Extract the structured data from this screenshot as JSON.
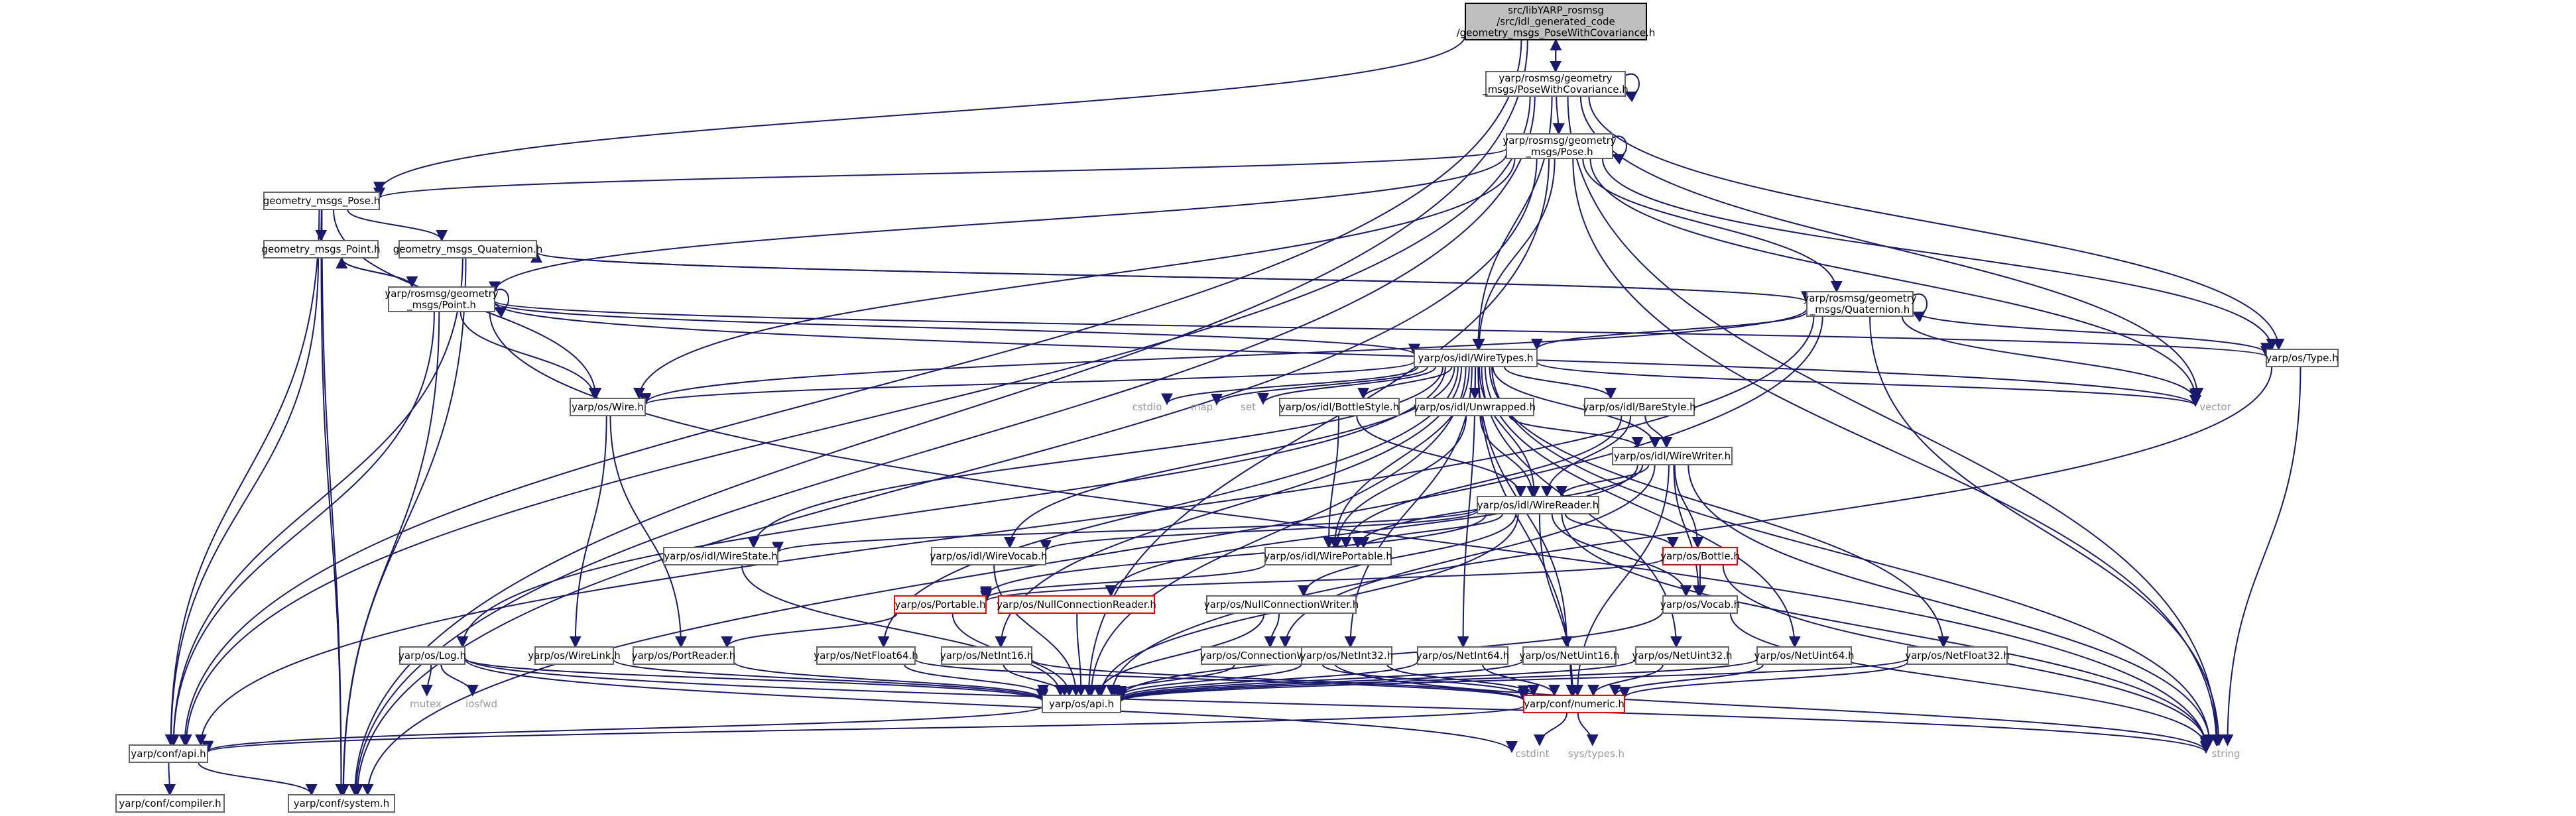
{
  "colors": {
    "edge": "#191970",
    "root_fill": "#bfbfbf",
    "node_border": "#666666",
    "red_border": "#ff0000",
    "system_text": "#9a9a9a"
  },
  "nodes": [
    {
      "id": "root",
      "lines": [
        "src/libYARP_rosmsg",
        "/src/idl_generated_code",
        "/geometry_msgs_PoseWithCovariance.h"
      ],
      "style": "root"
    },
    {
      "id": "pwc",
      "lines": [
        "yarp/rosmsg/geometry",
        "_msgs/PoseWithCovariance.h"
      ]
    },
    {
      "id": "rpose",
      "lines": [
        "yarp/rosmsg/geometry",
        "_msgs/Pose.h"
      ]
    },
    {
      "id": "gpose",
      "lines": [
        "geometry_msgs_Pose.h"
      ]
    },
    {
      "id": "gpoint",
      "lines": [
        "geometry_msgs_Point.h"
      ]
    },
    {
      "id": "gquat",
      "lines": [
        "geometry_msgs_Quaternion.h"
      ]
    },
    {
      "id": "rpoint",
      "lines": [
        "yarp/rosmsg/geometry",
        "_msgs/Point.h"
      ]
    },
    {
      "id": "rquat",
      "lines": [
        "yarp/rosmsg/geometry",
        "_msgs/Quaternion.h"
      ]
    },
    {
      "id": "wiretypes",
      "lines": [
        "yarp/os/idl/WireTypes.h"
      ]
    },
    {
      "id": "type",
      "lines": [
        "yarp/os/Type.h"
      ]
    },
    {
      "id": "vector",
      "lines": [
        "vector"
      ],
      "style": "plain"
    },
    {
      "id": "wire",
      "lines": [
        "yarp/os/Wire.h"
      ]
    },
    {
      "id": "cstdio",
      "lines": [
        "cstdio"
      ],
      "style": "plain"
    },
    {
      "id": "map",
      "lines": [
        "map"
      ],
      "style": "plain"
    },
    {
      "id": "set",
      "lines": [
        "set"
      ],
      "style": "plain"
    },
    {
      "id": "bottlestyle",
      "lines": [
        "yarp/os/idl/BottleStyle.h"
      ]
    },
    {
      "id": "unwrapped",
      "lines": [
        "yarp/os/idl/Unwrapped.h"
      ]
    },
    {
      "id": "barestyle",
      "lines": [
        "yarp/os/idl/BareStyle.h"
      ]
    },
    {
      "id": "wirewriter",
      "lines": [
        "yarp/os/idl/WireWriter.h"
      ]
    },
    {
      "id": "wirereader",
      "lines": [
        "yarp/os/idl/WireReader.h"
      ]
    },
    {
      "id": "wirestate",
      "lines": [
        "yarp/os/idl/WireState.h"
      ]
    },
    {
      "id": "wirevocab",
      "lines": [
        "yarp/os/idl/WireVocab.h"
      ]
    },
    {
      "id": "wireportable",
      "lines": [
        "yarp/os/idl/WirePortable.h"
      ]
    },
    {
      "id": "bottle",
      "lines": [
        "yarp/os/Bottle.h"
      ],
      "style": "red"
    },
    {
      "id": "vocab",
      "lines": [
        "yarp/os/Vocab.h"
      ]
    },
    {
      "id": "portable",
      "lines": [
        "yarp/os/Portable.h"
      ],
      "style": "red"
    },
    {
      "id": "nullconnreader",
      "lines": [
        "yarp/os/NullConnectionReader.h"
      ],
      "style": "red"
    },
    {
      "id": "nullconnwriter",
      "lines": [
        "yarp/os/NullConnectionWriter.h"
      ]
    },
    {
      "id": "log",
      "lines": [
        "yarp/os/Log.h"
      ]
    },
    {
      "id": "wirelink",
      "lines": [
        "yarp/os/WireLink.h"
      ]
    },
    {
      "id": "portreader",
      "lines": [
        "yarp/os/PortReader.h"
      ]
    },
    {
      "id": "netfloat64",
      "lines": [
        "yarp/os/NetFloat64.h"
      ]
    },
    {
      "id": "netint16",
      "lines": [
        "yarp/os/NetInt16.h"
      ]
    },
    {
      "id": "connwriter",
      "lines": [
        "yarp/os/ConnectionWriter.h"
      ]
    },
    {
      "id": "netint32",
      "lines": [
        "yarp/os/NetInt32.h"
      ]
    },
    {
      "id": "netint64",
      "lines": [
        "yarp/os/NetInt64.h"
      ]
    },
    {
      "id": "netuint16",
      "lines": [
        "yarp/os/NetUint16.h"
      ]
    },
    {
      "id": "netuint32",
      "lines": [
        "yarp/os/NetUint32.h"
      ]
    },
    {
      "id": "netuint64",
      "lines": [
        "yarp/os/NetUint64.h"
      ]
    },
    {
      "id": "netfloat32",
      "lines": [
        "yarp/os/NetFloat32.h"
      ]
    },
    {
      "id": "mutex",
      "lines": [
        "mutex"
      ],
      "style": "plain"
    },
    {
      "id": "iosfwd",
      "lines": [
        "iosfwd"
      ],
      "style": "plain"
    },
    {
      "id": "osapi",
      "lines": [
        "yarp/os/api.h"
      ]
    },
    {
      "id": "numeric",
      "lines": [
        "yarp/conf/numeric.h"
      ],
      "style": "red"
    },
    {
      "id": "confapi",
      "lines": [
        "yarp/conf/api.h"
      ]
    },
    {
      "id": "cstdint",
      "lines": [
        "cstdint"
      ],
      "style": "plain"
    },
    {
      "id": "systypes",
      "lines": [
        "sys/types.h"
      ],
      "style": "plain"
    },
    {
      "id": "string",
      "lines": [
        "string"
      ],
      "style": "plain"
    },
    {
      "id": "compiler",
      "lines": [
        "yarp/conf/compiler.h"
      ]
    },
    {
      "id": "system",
      "lines": [
        "yarp/conf/system.h"
      ]
    }
  ],
  "edges": [
    [
      "root",
      "pwc"
    ],
    [
      "root",
      "gpose"
    ],
    [
      "root",
      "confapi"
    ],
    [
      "root",
      "system"
    ],
    [
      "pwc",
      "root"
    ],
    [
      "pwc",
      "pwc"
    ],
    [
      "pwc",
      "rpose"
    ],
    [
      "pwc",
      "wiretypes"
    ],
    [
      "pwc",
      "type"
    ],
    [
      "pwc",
      "vector"
    ],
    [
      "pwc",
      "string"
    ],
    [
      "pwc",
      "confapi"
    ],
    [
      "pwc",
      "system"
    ],
    [
      "rpose",
      "rpose"
    ],
    [
      "rpose",
      "gpose"
    ],
    [
      "rpose",
      "rpoint"
    ],
    [
      "rpose",
      "rquat"
    ],
    [
      "rpose",
      "wiretypes"
    ],
    [
      "rpose",
      "type"
    ],
    [
      "rpose",
      "vector"
    ],
    [
      "rpose",
      "string"
    ],
    [
      "rpose",
      "wire"
    ],
    [
      "rpose",
      "osapi"
    ],
    [
      "rpose",
      "system"
    ],
    [
      "gpose",
      "gpoint"
    ],
    [
      "gpose",
      "gquat"
    ],
    [
      "gpose",
      "confapi"
    ],
    [
      "gpose",
      "system"
    ],
    [
      "gpose",
      "wire"
    ],
    [
      "gpoint",
      "rpoint"
    ],
    [
      "gpoint",
      "confapi"
    ],
    [
      "gpoint",
      "system"
    ],
    [
      "gquat",
      "rquat"
    ],
    [
      "gquat",
      "confapi"
    ],
    [
      "gquat",
      "system"
    ],
    [
      "rpoint",
      "rpoint"
    ],
    [
      "rpoint",
      "gpoint"
    ],
    [
      "rpoint",
      "wiretypes"
    ],
    [
      "rpoint",
      "wire"
    ],
    [
      "rpoint",
      "type"
    ],
    [
      "rpoint",
      "vector"
    ],
    [
      "rpoint",
      "string"
    ],
    [
      "rpoint",
      "confapi"
    ],
    [
      "rpoint",
      "system"
    ],
    [
      "rquat",
      "rquat"
    ],
    [
      "rquat",
      "gquat"
    ],
    [
      "rquat",
      "wiretypes"
    ],
    [
      "rquat",
      "type"
    ],
    [
      "rquat",
      "vector"
    ],
    [
      "rquat",
      "string"
    ],
    [
      "rquat",
      "wire"
    ],
    [
      "rquat",
      "confapi"
    ],
    [
      "rquat",
      "system"
    ],
    [
      "wiretypes",
      "wire"
    ],
    [
      "wiretypes",
      "cstdio"
    ],
    [
      "wiretypes",
      "map"
    ],
    [
      "wiretypes",
      "set"
    ],
    [
      "wiretypes",
      "vector"
    ],
    [
      "wiretypes",
      "string"
    ],
    [
      "wiretypes",
      "bottlestyle"
    ],
    [
      "wiretypes",
      "unwrapped"
    ],
    [
      "wiretypes",
      "barestyle"
    ],
    [
      "wiretypes",
      "wirewriter"
    ],
    [
      "wiretypes",
      "wirereader"
    ],
    [
      "wiretypes",
      "wirestate"
    ],
    [
      "wiretypes",
      "wirevocab"
    ],
    [
      "wiretypes",
      "wireportable"
    ],
    [
      "wiretypes",
      "log"
    ],
    [
      "wiretypes",
      "netfloat64"
    ],
    [
      "wiretypes",
      "netint16"
    ],
    [
      "wiretypes",
      "netint32"
    ],
    [
      "wiretypes",
      "netint64"
    ],
    [
      "wiretypes",
      "netuint16"
    ],
    [
      "wiretypes",
      "netuint32"
    ],
    [
      "wiretypes",
      "netuint64"
    ],
    [
      "wiretypes",
      "netfloat32"
    ],
    [
      "wiretypes",
      "osapi"
    ],
    [
      "wiretypes",
      "numeric"
    ],
    [
      "type",
      "osapi"
    ],
    [
      "type",
      "string"
    ],
    [
      "wire",
      "wirelink"
    ],
    [
      "wire",
      "portreader"
    ],
    [
      "bottlestyle",
      "wirereader"
    ],
    [
      "bottlestyle",
      "wireportable"
    ],
    [
      "unwrapped",
      "wirewriter"
    ],
    [
      "unwrapped",
      "wireportable"
    ],
    [
      "unwrapped",
      "wirereader"
    ],
    [
      "barestyle",
      "wirewriter"
    ],
    [
      "barestyle",
      "wirereader"
    ],
    [
      "barestyle",
      "wireportable"
    ],
    [
      "wirewriter",
      "wirereader"
    ],
    [
      "wirewriter",
      "wireportable"
    ],
    [
      "wirewriter",
      "bottle"
    ],
    [
      "wirewriter",
      "vocab"
    ],
    [
      "wirewriter",
      "connwriter"
    ],
    [
      "wirewriter",
      "numeric"
    ],
    [
      "wirewriter",
      "string"
    ],
    [
      "wirewriter",
      "nullconnreader"
    ],
    [
      "wirereader",
      "wirestate"
    ],
    [
      "wirereader",
      "wirevocab"
    ],
    [
      "wirereader",
      "wireportable"
    ],
    [
      "wirereader",
      "bottle"
    ],
    [
      "wirereader",
      "vocab"
    ],
    [
      "wirereader",
      "portable"
    ],
    [
      "wirereader",
      "nullconnwriter"
    ],
    [
      "wirereader",
      "osapi"
    ],
    [
      "wirereader",
      "numeric"
    ],
    [
      "wirereader",
      "string"
    ],
    [
      "wirestate",
      "osapi"
    ],
    [
      "wirevocab",
      "osapi"
    ],
    [
      "wireportable",
      "portable"
    ],
    [
      "bottle",
      "vocab"
    ],
    [
      "bottle",
      "portable"
    ],
    [
      "bottle",
      "string"
    ],
    [
      "vocab",
      "osapi"
    ],
    [
      "vocab",
      "string"
    ],
    [
      "portable",
      "portreader"
    ],
    [
      "portable",
      "osapi"
    ],
    [
      "nullconnreader",
      "osapi"
    ],
    [
      "nullconnwriter",
      "connwriter"
    ],
    [
      "nullconnwriter",
      "osapi"
    ],
    [
      "log",
      "mutex"
    ],
    [
      "log",
      "iosfwd"
    ],
    [
      "log",
      "osapi"
    ],
    [
      "log",
      "cstdint"
    ],
    [
      "log",
      "string"
    ],
    [
      "wirelink",
      "osapi"
    ],
    [
      "portreader",
      "osapi"
    ],
    [
      "netfloat64",
      "osapi"
    ],
    [
      "netfloat64",
      "numeric"
    ],
    [
      "netint16",
      "osapi"
    ],
    [
      "netint16",
      "numeric"
    ],
    [
      "connwriter",
      "osapi"
    ],
    [
      "connwriter",
      "numeric"
    ],
    [
      "connwriter",
      "string"
    ],
    [
      "netint32",
      "osapi"
    ],
    [
      "netint32",
      "numeric"
    ],
    [
      "netint64",
      "osapi"
    ],
    [
      "netint64",
      "numeric"
    ],
    [
      "netuint16",
      "osapi"
    ],
    [
      "netuint16",
      "numeric"
    ],
    [
      "netuint32",
      "osapi"
    ],
    [
      "netuint32",
      "numeric"
    ],
    [
      "netuint64",
      "osapi"
    ],
    [
      "netuint64",
      "numeric"
    ],
    [
      "netfloat32",
      "osapi"
    ],
    [
      "netfloat32",
      "numeric"
    ],
    [
      "osapi",
      "confapi"
    ],
    [
      "numeric",
      "confapi"
    ],
    [
      "numeric",
      "cstdint"
    ],
    [
      "numeric",
      "systypes"
    ],
    [
      "confapi",
      "compiler"
    ],
    [
      "confapi",
      "system"
    ]
  ]
}
